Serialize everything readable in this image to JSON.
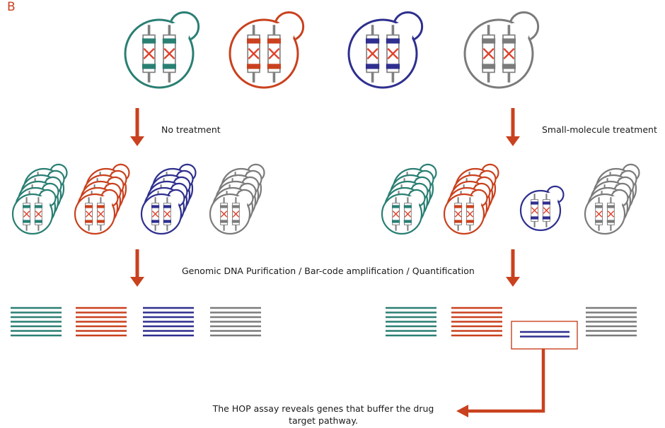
{
  "panel_letter": "B",
  "labels": {
    "no_treatment": "No treatment",
    "small_molecule_treatment": "Small-molecule treatment",
    "processing_steps": "Genomic DNA Purification / Bar-code amplification / Quantification",
    "conclusion": "The HOP assay reveals genes that buffer the drug target pathway."
  },
  "colors": {
    "teal": "#2a7f73",
    "orange": "#c9411e",
    "navy": "#2e2f8e",
    "gray": "#7b7b7b",
    "arrow": "#c9411e",
    "marker": "#e0402a"
  },
  "strains": [
    "teal",
    "orange",
    "navy",
    "gray"
  ],
  "populations": {
    "no_treatment": [
      5,
      5,
      5,
      5
    ],
    "small_molecule_treatment": [
      5,
      5,
      1,
      5
    ]
  },
  "barcodes": {
    "no_treatment": [
      7,
      7,
      7,
      7
    ],
    "small_molecule_treatment": [
      7,
      7,
      2,
      7
    ]
  },
  "highlighted_strain": "navy"
}
